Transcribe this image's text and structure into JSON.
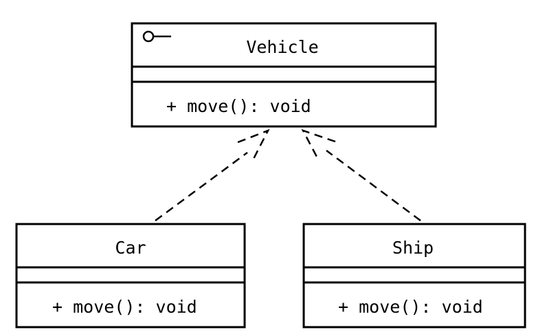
{
  "diagram": {
    "type": "uml-class-diagram",
    "interface": {
      "name": "Vehicle",
      "stereotype_icon": "lollipop-interface-icon",
      "attributes": [],
      "operations": [
        "+ move(): void"
      ]
    },
    "classes": [
      {
        "name": "Car",
        "attributes": [],
        "operations": [
          "+ move(): void"
        ]
      },
      {
        "name": "Ship",
        "attributes": [],
        "operations": [
          "+ move(): void"
        ]
      }
    ],
    "relations": [
      {
        "from": "Car",
        "to": "Vehicle",
        "kind": "realization"
      },
      {
        "from": "Ship",
        "to": "Vehicle",
        "kind": "realization"
      }
    ]
  }
}
